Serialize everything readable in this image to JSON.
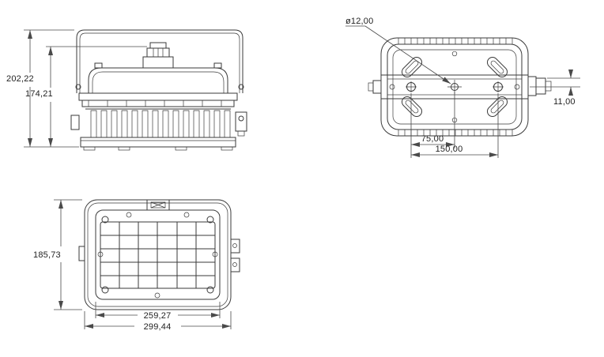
{
  "views": {
    "side": {
      "dims": {
        "overall_height": "202,22",
        "housing_height": "174,21"
      }
    },
    "rear": {
      "dims": {
        "hole_diameter": "ø12,00",
        "bracket_offset": "11,00",
        "hole_to_center": "75,00",
        "hole_spacing": "150,00"
      }
    },
    "front": {
      "dims": {
        "height": "185,73",
        "inner_width": "259,27",
        "outer_width": "299,44"
      }
    }
  },
  "colors": {
    "line": "#3a3a3a",
    "dimension": "#4a4a4a",
    "text": "#222222",
    "background": "#ffffff"
  }
}
